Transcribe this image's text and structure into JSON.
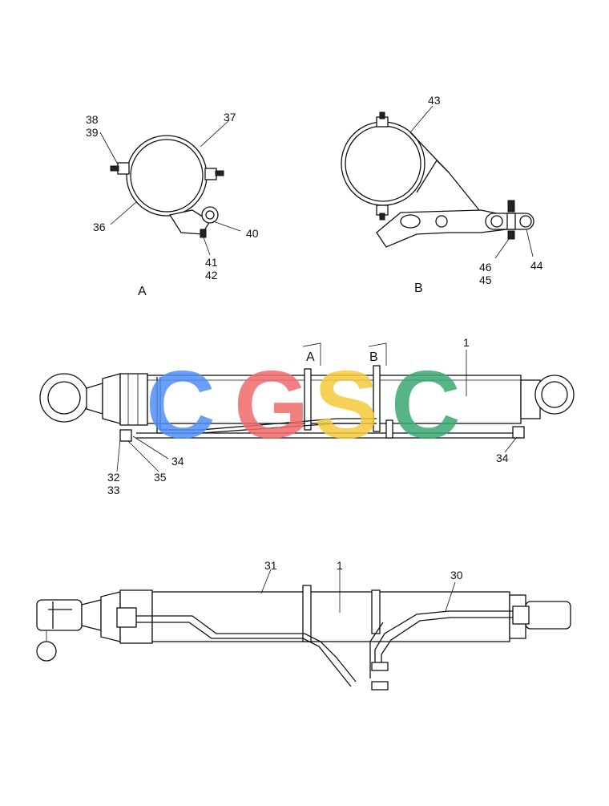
{
  "views": {
    "a": {
      "caption": "A"
    },
    "b": {
      "caption": "B"
    }
  },
  "section_marks": {
    "a": "A",
    "b": "B"
  },
  "callouts": {
    "c36": "36",
    "c37": "37",
    "c38": "38",
    "c39": "39",
    "c40": "40",
    "c41": "41",
    "c42": "42",
    "c43": "43",
    "c44": "44",
    "c45": "45",
    "c46": "46",
    "m1": "1",
    "m32": "32",
    "m33": "33",
    "m34a": "34",
    "m35": "35",
    "m34b": "34",
    "b1": "1",
    "b30": "30",
    "b31": "31"
  },
  "watermark": {
    "text": "CGSC",
    "colors": [
      "#4f8ff7",
      "#f26b6b",
      "#f5c93a",
      "#3aa873"
    ]
  }
}
